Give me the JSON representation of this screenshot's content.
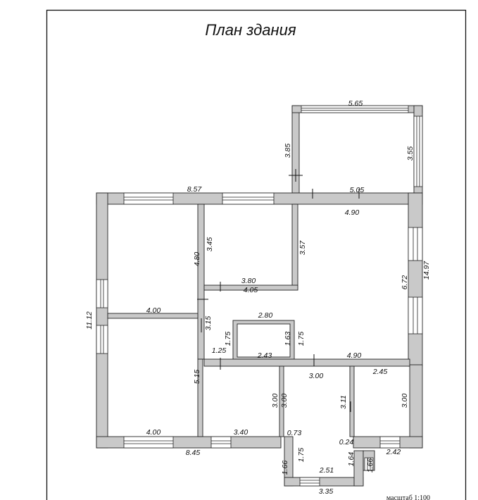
{
  "title": "План здания",
  "scale_label": "масштаб 1:100",
  "colors": {
    "wall": "#c9c9c9",
    "line": "#222222",
    "frame": "#111111"
  },
  "dimensions": {
    "balcony_width": "5.65",
    "balcony_left": "3.85",
    "balcony_right": "3.55",
    "top_left_total": "8.57",
    "top_right_total": "5.05",
    "kitchen_width": "4.90",
    "room_a_height": "3.45",
    "room_a_width": "3.80",
    "corridor_width": "4.05",
    "kitchen_height": "3.57",
    "left_room_height": "4.80",
    "window_span": "6.72",
    "right_total": "14.97",
    "left_total": "11.12",
    "bedroom_width": "4.00",
    "hall_height": "3.15",
    "closet_width": "2.80",
    "closet_left": "1.75",
    "closet_height": "1.63",
    "closet_right": "1.75",
    "nook_width": "1.25",
    "closet_bottom": "2.43",
    "living_width": "4.90",
    "bath_width": "3.00",
    "wc_width": "2.45",
    "bedroom_height": "5.15",
    "bath_left": "3.00",
    "bath_inner": "3.00",
    "bath_height": "3.11",
    "wc_height": "3.00",
    "bottom_room_width": "4.00",
    "mid_room_width": "3.40",
    "door_gap": "0.73",
    "step": "0.24",
    "porch_right": "2.42",
    "bottom_total": "8.45",
    "porch_inner": "1.75",
    "porch_left": "1.66",
    "porch_mid": "1.64",
    "porch_far_right": "1.66",
    "porch_width": "2.51",
    "porch_outer": "3.35"
  }
}
